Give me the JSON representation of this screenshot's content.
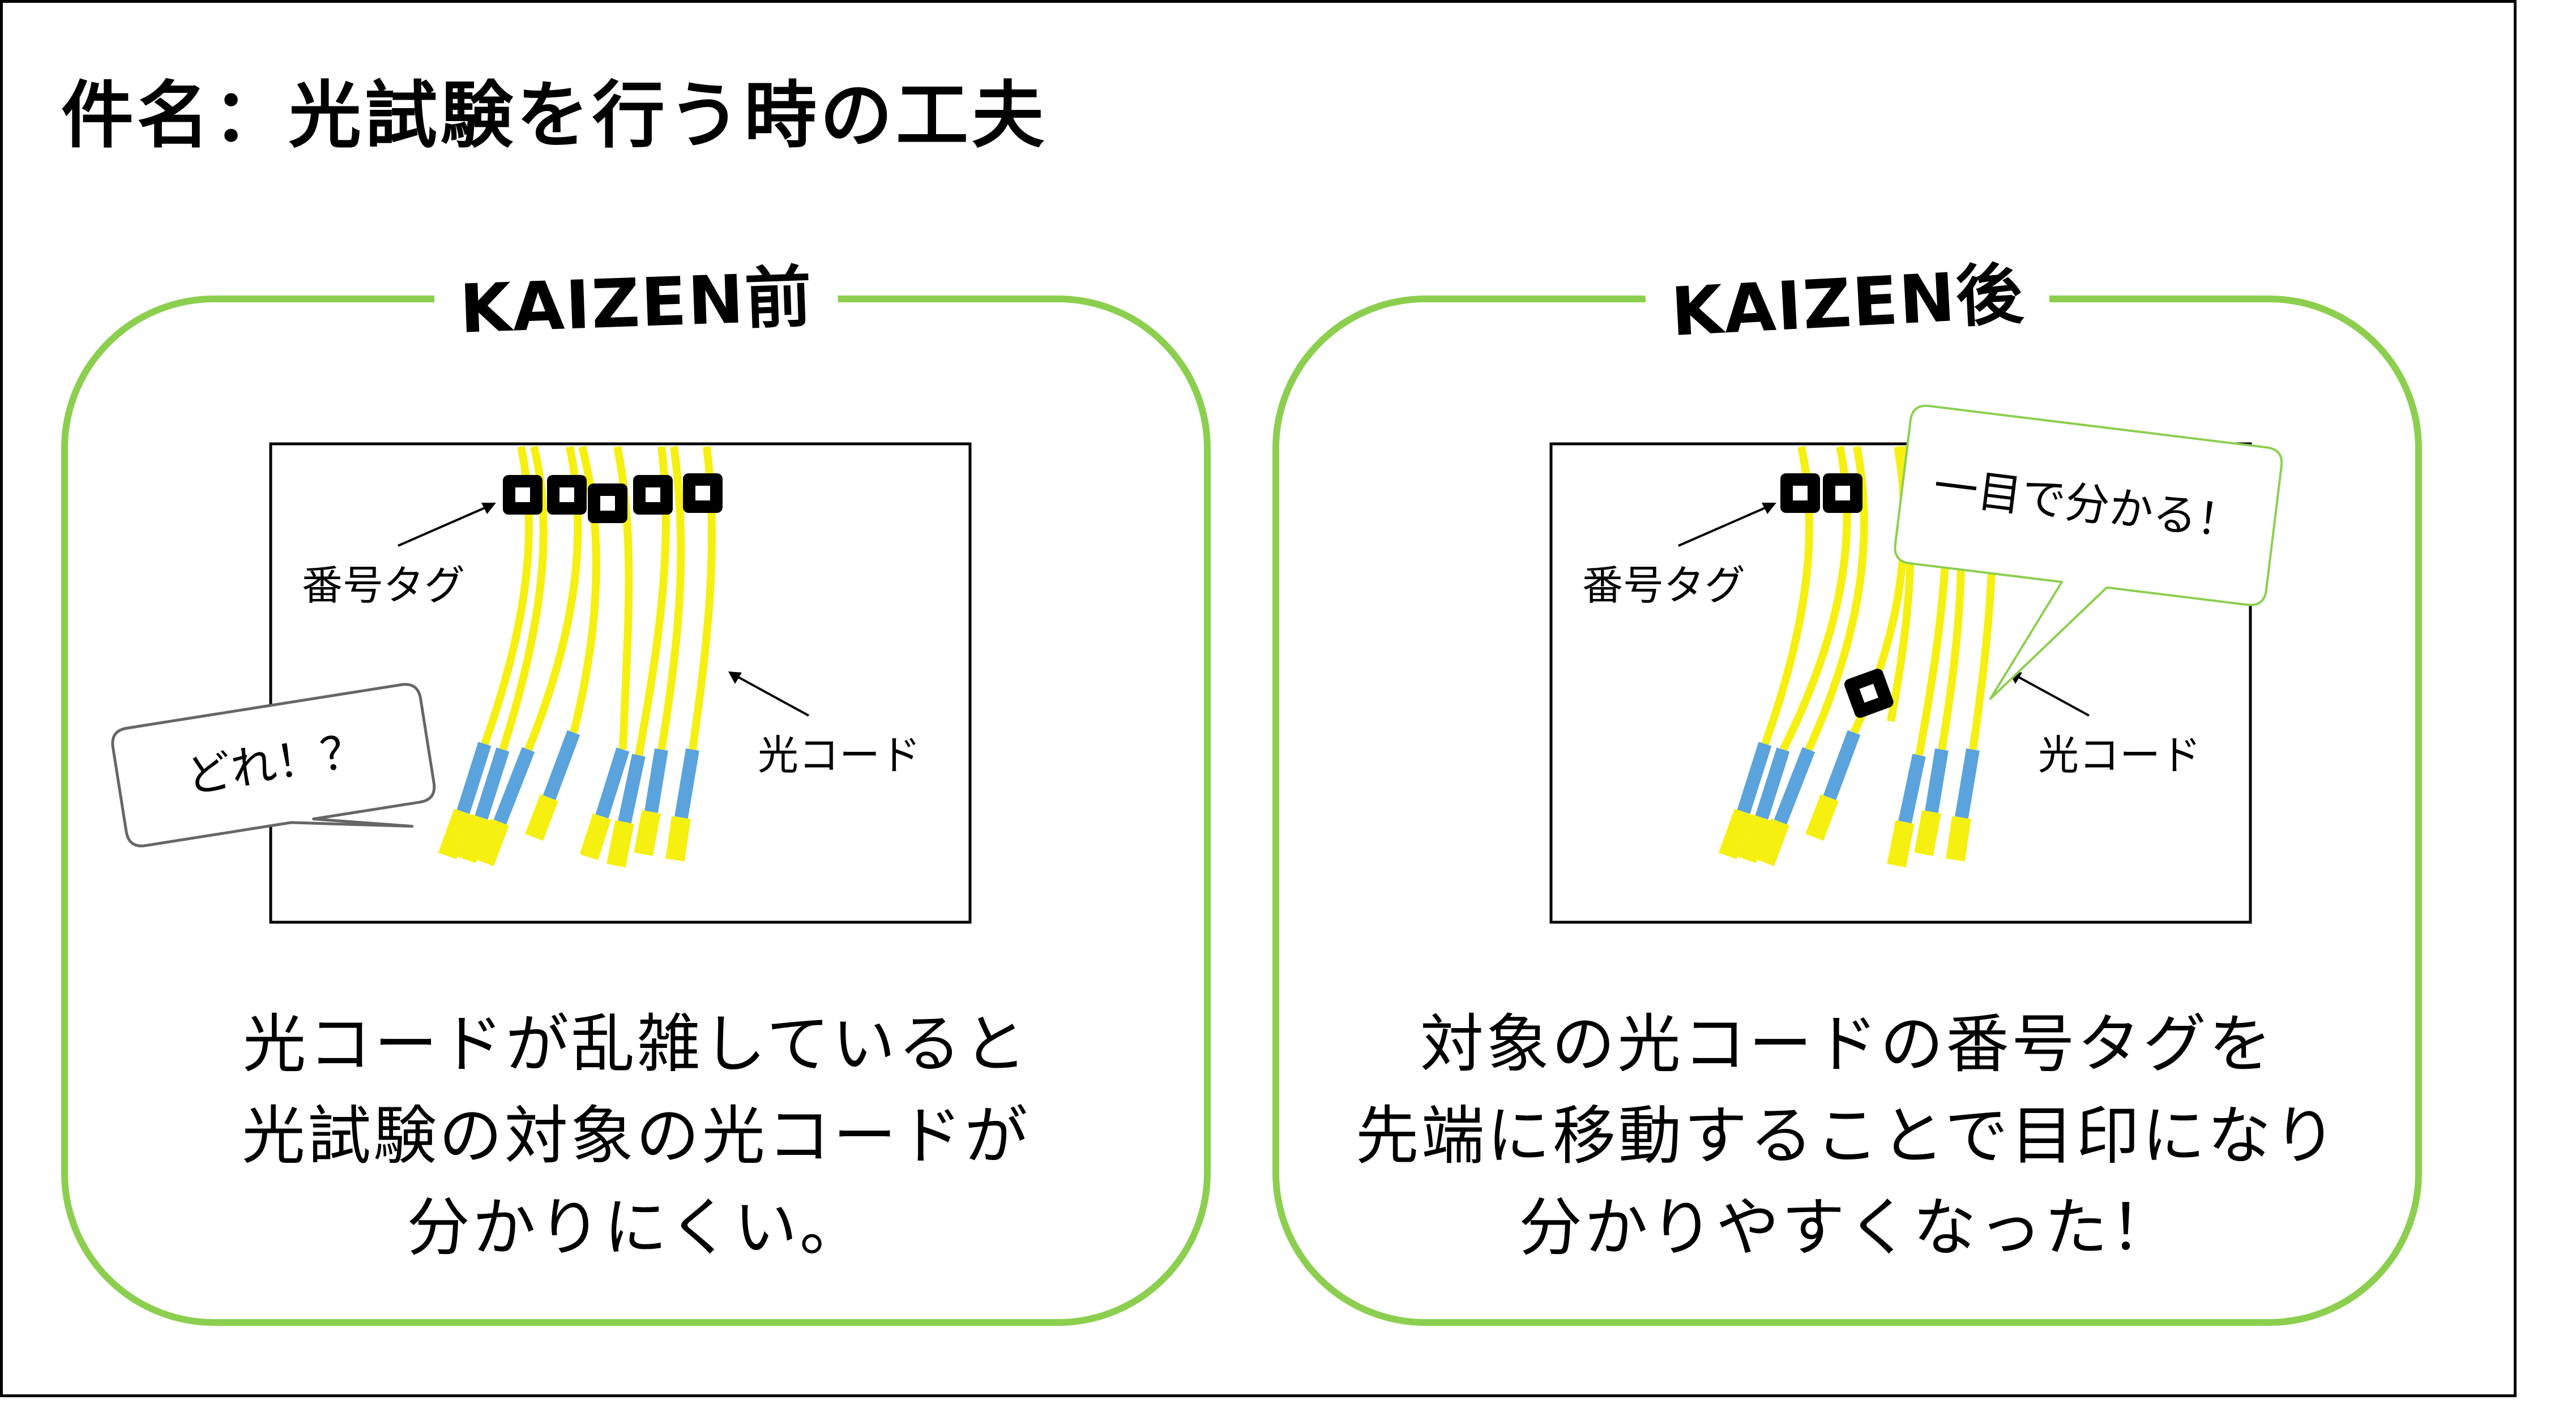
{
  "page": {
    "title": "件名：光試験を行う時の工夫"
  },
  "before": {
    "heading": "KAIZEN前",
    "tag_label": "番号タグ",
    "cord_label": "光コード",
    "bubble_text": "どれ！？",
    "caption_lines": [
      "光コードが乱雑していると",
      "光試験の対象の光コードが",
      "分かりにくい。"
    ]
  },
  "after": {
    "heading": "KAIZEN後",
    "tag_label": "番号タグ",
    "cord_label": "光コード",
    "bubble_text": "一目で分かる！",
    "caption_lines": [
      "対象の光コードの番号タグを",
      "先端に移動することで目印になり",
      "分かりやすくなった！"
    ]
  },
  "colors": {
    "panel_border": "#8ccf4f",
    "cord_yellow": "#f5f010",
    "connector_blue": "#5ba3dc",
    "tag_black": "#000000",
    "after_bubble_border": "#8ccf4f",
    "before_bubble_border": "#666666"
  }
}
